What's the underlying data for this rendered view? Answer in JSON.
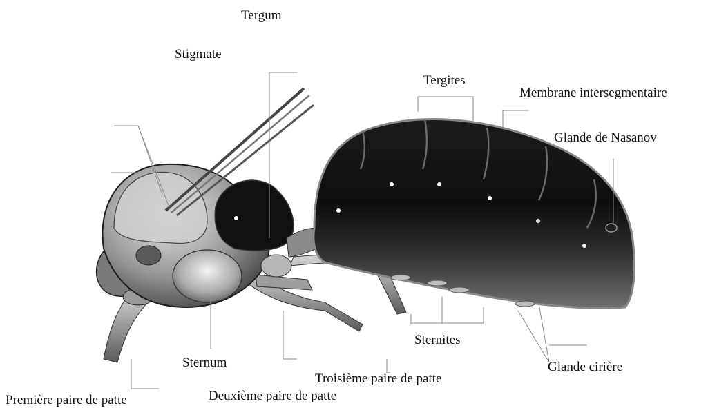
{
  "labels": {
    "tergum": "Tergum",
    "stigmate": "Stigmate",
    "tergites": "Tergites",
    "membrane": "Membrane intersegmentaire",
    "nasanov": "Glande de Nasanov",
    "sternites": "Sternites",
    "sternum": "Sternum",
    "glande_ciriere": "Glande cirière",
    "troisieme": "Troisième paire de patte",
    "deuxieme": "Deuxième paire de patte",
    "premiere": "Première paire de patte"
  },
  "colors": {
    "background": "#ffffff",
    "text": "#111111",
    "leader_line": "#8a8a8a",
    "body_dark": "#161616",
    "body_mid": "#555555",
    "body_light": "#c8c8c8"
  }
}
